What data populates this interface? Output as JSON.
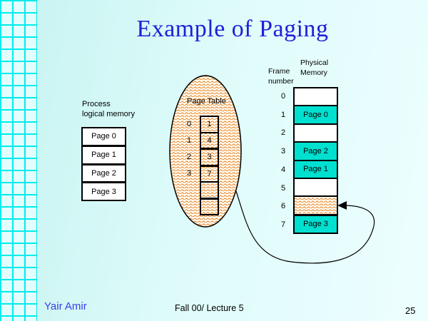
{
  "slide": {
    "title": "Example of Paging",
    "footer_left": "Yair Amir",
    "footer_center": "Fall 00/ Lecture 5",
    "page_number": "25"
  },
  "logical_memory": {
    "label_line1": "Process",
    "label_line2": "logical memory",
    "pages": [
      "Page 0",
      "Page 1",
      "Page 2",
      "Page 3"
    ]
  },
  "page_table": {
    "label": "Page Table",
    "indices": [
      "0",
      "1",
      "2",
      "3"
    ],
    "entries": [
      "1",
      "4",
      "3",
      "7",
      "",
      ""
    ]
  },
  "physical_memory": {
    "frame_label_line1": "Frame",
    "frame_label_line2": "number",
    "column_label_line1": "Physical",
    "column_label_line2": "Memory",
    "frames": [
      {
        "number": "0",
        "content": "",
        "fill": "empty"
      },
      {
        "number": "1",
        "content": "Page 0",
        "fill": "cyan"
      },
      {
        "number": "2",
        "content": "",
        "fill": "empty"
      },
      {
        "number": "3",
        "content": "Page 2",
        "fill": "cyan"
      },
      {
        "number": "4",
        "content": "Page 1",
        "fill": "cyan"
      },
      {
        "number": "5",
        "content": "",
        "fill": "empty"
      },
      {
        "number": "6",
        "content": "",
        "fill": "pattern"
      },
      {
        "number": "7",
        "content": "Page 3",
        "fill": "cyan"
      }
    ]
  },
  "colors": {
    "title_blue": "#2020d8",
    "footer_blue": "#3b3bee",
    "cell_cyan": "#00e0d0",
    "pattern_orange": "#e87818",
    "grid_cyan": "#00ecec"
  }
}
